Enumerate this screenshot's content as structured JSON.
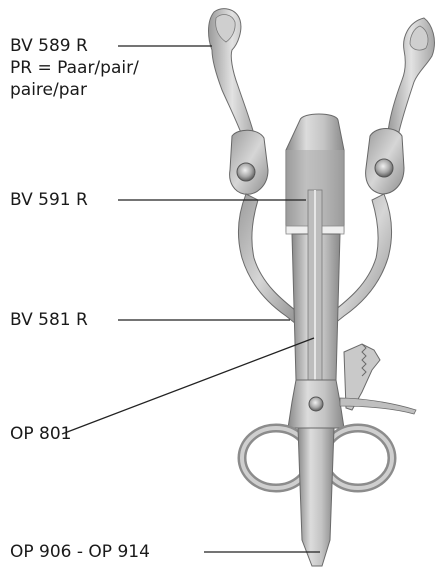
{
  "labels": {
    "bv589": "BV 589 R",
    "pr_line1": "PR = Paar/pair/",
    "pr_line2": "paire/par",
    "bv591": "BV 591 R",
    "bv581": "BV 581 R",
    "op801": "OP 801",
    "op906": "OP 906 - OP 914"
  },
  "colors": {
    "metal_light": "#d9d9d9",
    "metal_mid": "#b3b3b3",
    "metal_dark": "#7d7d7d",
    "leader_line": "#222222"
  }
}
